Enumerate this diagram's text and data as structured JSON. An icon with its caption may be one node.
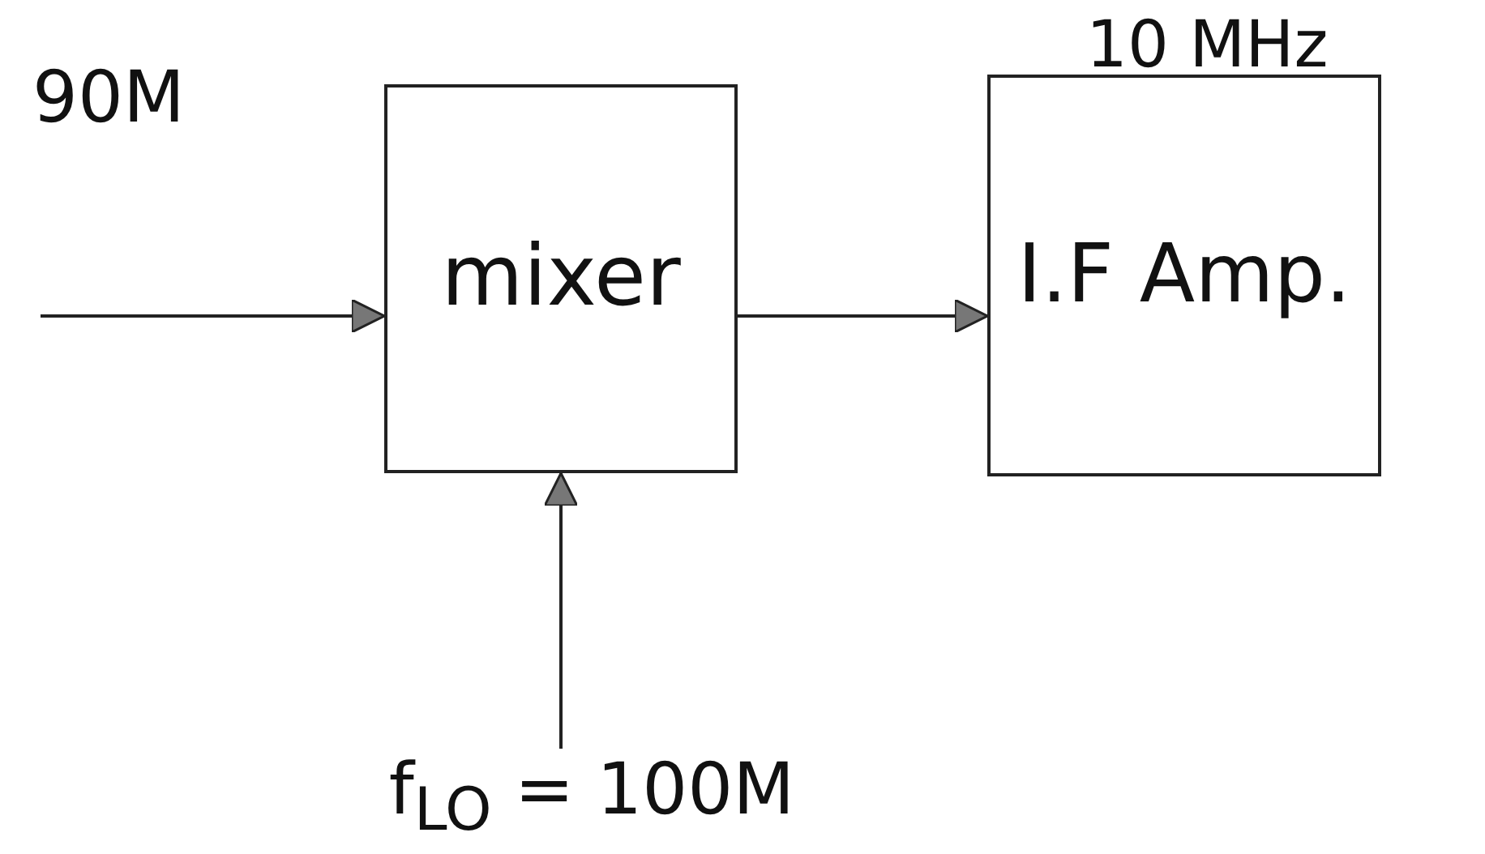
{
  "diagram": {
    "nodes": [
      {
        "text": [
          "mixer"
        ]
      },
      {
        "text": [
          "I.F Amp."
        ],
        "beside": [
          "10 MHz"
        ]
      },
      {
        "text": [
          "f$_{LO}$ = 100M"
        ]
      }
    ],
    "edges": [
      {
        "from": null,
        "to": 0,
        "arrow": "to",
        "label": "90M"
      },
      {
        "from": 0,
        "to": 1,
        "arrow": "to"
      },
      {
        "from": 2,
        "to": 0,
        "arrow": "to"
      }
    ]
  }
}
